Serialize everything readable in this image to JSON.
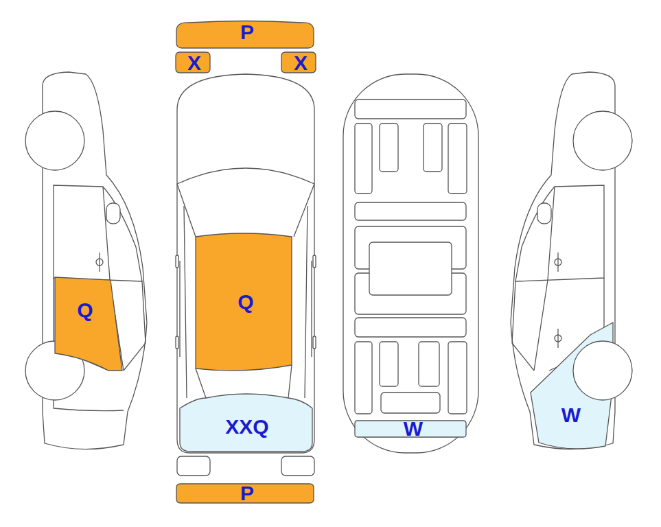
{
  "diagram": {
    "nodes": [
      {
        "text": [
          "P"
        ]
      },
      {
        "text": [
          "X"
        ]
      },
      {
        "text": [
          "X"
        ]
      },
      {
        "text": [
          "Q"
        ]
      },
      {
        "text": [
          "Q"
        ]
      },
      {
        "text": [
          "W"
        ]
      },
      {
        "text": [
          "XXQ"
        ]
      },
      {
        "text": [
          "W"
        ]
      },
      {
        "text": [
          "P"
        ]
      }
    ]
  }
}
